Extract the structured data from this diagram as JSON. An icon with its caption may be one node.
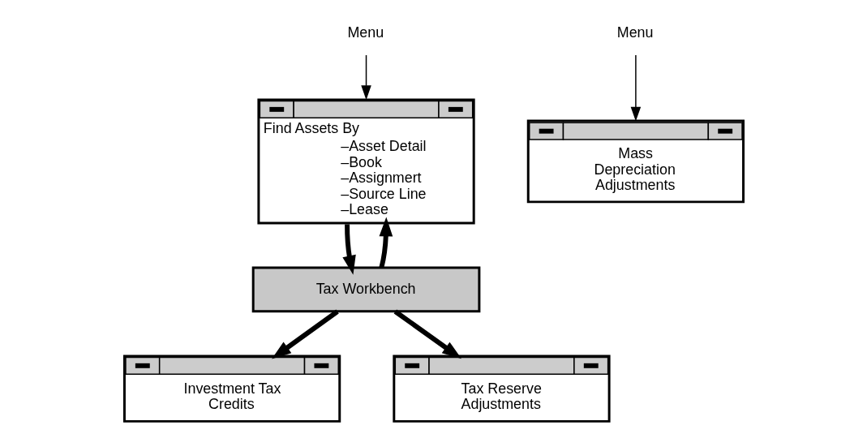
{
  "diagram": {
    "nodes": [
      {
        "text": [
          "Menu"
        ]
      },
      {
        "text": [
          "Find Assets By",
          "–Asset Detail",
          "–Book",
          "–Assignmert",
          "–Source Line",
          "–Lease"
        ]
      },
      {
        "text": [
          "Tax Workbench"
        ]
      },
      {
        "text": [
          "Investment Tax Credits"
        ]
      },
      {
        "text": [
          "Tax Reserve Adjustments"
        ]
      },
      {
        "text": [
          "Menu"
        ]
      },
      {
        "text": [
          "Mass Depreciation Adjustments"
        ]
      }
    ],
    "edges": [
      {
        "from": 0,
        "to": 1,
        "arrow": "to"
      },
      {
        "from": 1,
        "to": 2,
        "arrow": "to"
      },
      {
        "from": 2,
        "to": 1,
        "arrow": "to"
      },
      {
        "from": 2,
        "to": 3,
        "arrow": "to"
      },
      {
        "from": 2,
        "to": 4,
        "arrow": "to"
      },
      {
        "from": 5,
        "to": 6,
        "arrow": "to"
      }
    ]
  }
}
